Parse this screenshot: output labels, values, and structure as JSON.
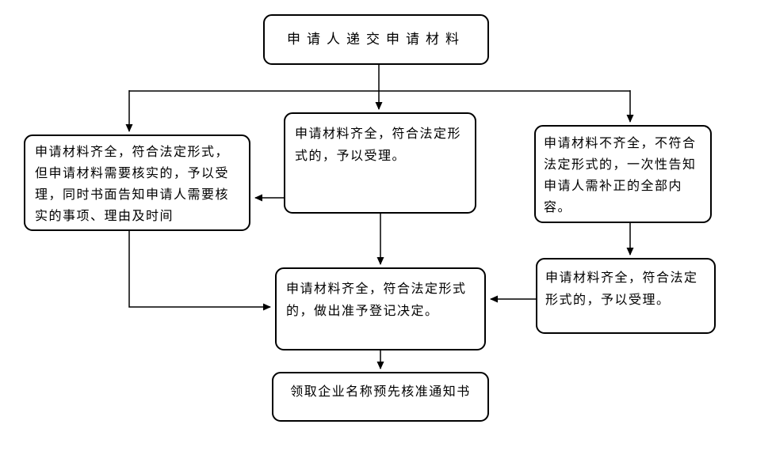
{
  "diagram": {
    "type": "flowchart",
    "colors": {
      "background": "#ffffff",
      "line": "#000000",
      "node_border": "#000000",
      "node_fill": "#ffffff",
      "text": "#000000"
    },
    "nodes": {
      "start": {
        "label": "申请人递交申请材料"
      },
      "verify": {
        "label": "申请材料齐全，符合法定形式，\n但申请材料需要核实的，予以受\n理，同时书面告知申请人需要核\n实的事项、理由及时间"
      },
      "accept": {
        "label": "申请材料齐全，符合法定形\n式的，予以受理。"
      },
      "incomplete": {
        "label": "申请材料不齐全，不符合\n法定形式的，一次性告知\n申请人需补正的全部内\n容。"
      },
      "accept2": {
        "label": "申请材料齐全，符合法定\n形式的，予以受理。"
      },
      "approve": {
        "label": "申请材料齐全，符合法定形式\n的，做出准予登记决定。"
      },
      "end": {
        "label": "领取企业名称预先核准通知书"
      }
    },
    "edges": [
      {
        "from": "start",
        "to": "verify"
      },
      {
        "from": "start",
        "to": "accept"
      },
      {
        "from": "start",
        "to": "incomplete"
      },
      {
        "from": "accept",
        "to": "verify"
      },
      {
        "from": "verify",
        "to": "approve"
      },
      {
        "from": "accept",
        "to": "approve"
      },
      {
        "from": "incomplete",
        "to": "accept2"
      },
      {
        "from": "accept2",
        "to": "approve"
      },
      {
        "from": "approve",
        "to": "end"
      }
    ]
  }
}
